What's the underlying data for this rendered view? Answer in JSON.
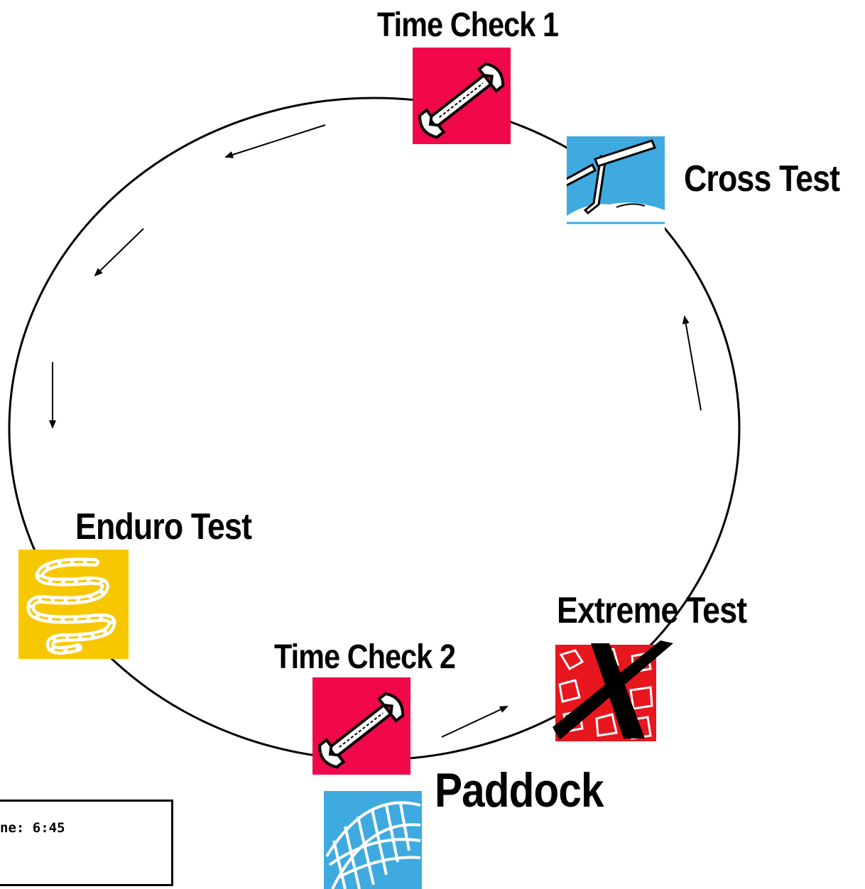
{
  "stations": {
    "time_check_1": {
      "label": "Time Check 1",
      "icon": "wrench-icon",
      "color": "#f0084a"
    },
    "cross_test": {
      "label": "Cross Test",
      "icon": "cross-jump-icon",
      "color": "#3faae0"
    },
    "extreme_test": {
      "label": "Extreme Test",
      "icon": "extreme-x-icon",
      "color": "#e8161e"
    },
    "time_check_2": {
      "label": "Time Check 2",
      "icon": "wrench-icon",
      "color": "#f0084a"
    },
    "paddock": {
      "label": "Paddock",
      "icon": "paddock-net-icon",
      "color": "#3faae0"
    },
    "enduro_test": {
      "label": "Enduro Test",
      "icon": "enduro-squiggle-icon",
      "color": "#f7c800"
    }
  },
  "info_box": {
    "text": "ne:  6:45"
  }
}
